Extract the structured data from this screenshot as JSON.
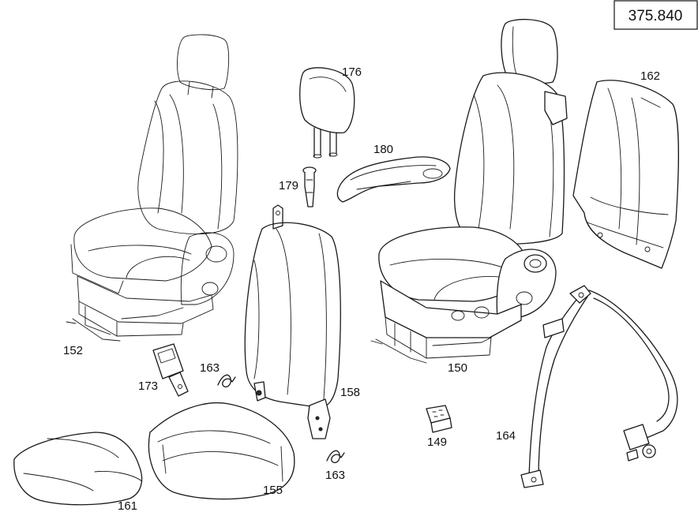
{
  "diagram": {
    "reference_number": "375.840",
    "callouts": {
      "p152": "152",
      "p176": "176",
      "p180": "180",
      "p179": "179",
      "p162": "162",
      "p158": "158",
      "p150": "150",
      "p173": "173",
      "p163a": "163",
      "p163b": "163",
      "p149": "149",
      "p164": "164",
      "p161": "161",
      "p155": "155"
    }
  }
}
